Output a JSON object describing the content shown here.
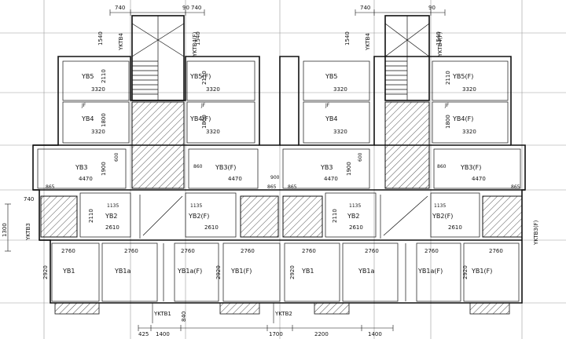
{
  "dims": {
    "top": [
      "740",
      "90",
      "740"
    ],
    "side_top": "1540",
    "left_740": "740",
    "side_left": "1300",
    "bottom": [
      "425",
      "1400",
      "840",
      "1700",
      "2200",
      "1400"
    ]
  },
  "stair_tags": {
    "left": "YKTB4",
    "right": "YKTB4(F)"
  },
  "rooms_top": [
    {
      "label": "YB5",
      "dim": "3320",
      "side": "2110"
    },
    {
      "label": "YB5(F)",
      "dim": "3320",
      "side": "2110"
    },
    {
      "label": "YB4",
      "dim": "3320",
      "side": "1800"
    },
    {
      "label": "YB4(F)",
      "dim": "3320",
      "side": "1800"
    },
    {
      "label": "YB3",
      "dim": "4470",
      "side": "1900"
    },
    {
      "label": "YB3(F)",
      "dim": "4470",
      "side": "1900"
    }
  ],
  "extras": {
    "d600": "600",
    "d860": "860",
    "d865": "865",
    "jf": "JF",
    "d900": "900"
  },
  "rooms_mid": [
    {
      "label": "YB2",
      "dim": "2610",
      "side": "2110",
      "small": "1135"
    },
    {
      "label": "YB2(F)",
      "dim": "2610",
      "side": "2110",
      "small": "1135"
    }
  ],
  "yktb3": {
    "left": "YKTB3",
    "right": "YKTB3(F)"
  },
  "rooms_bottom": [
    {
      "label": "YB1",
      "dim": "2760",
      "side": "2920"
    },
    {
      "label": "YB1a",
      "dim": "2760",
      "side": "2920"
    },
    {
      "label": "YB1a(F)",
      "dim": "2760",
      "side": "2920"
    },
    {
      "label": "YB1(F)",
      "dim": "2760",
      "side": "2920"
    }
  ],
  "bottom_tags": [
    "YKTB1",
    "YKTB2"
  ]
}
